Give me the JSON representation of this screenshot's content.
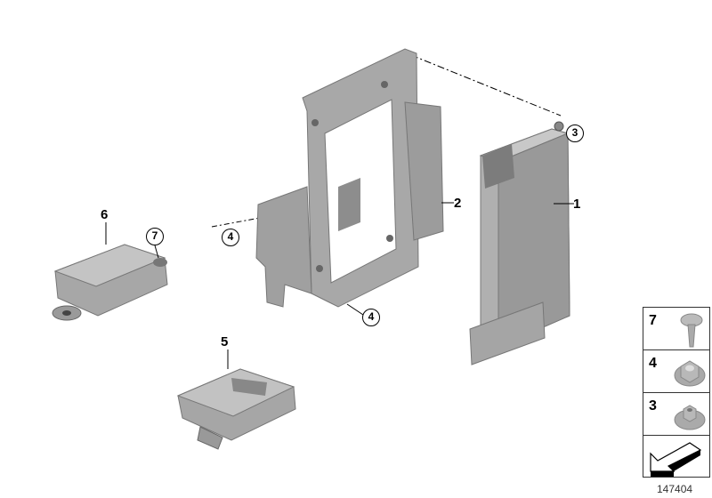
{
  "callouts": {
    "part1": "1",
    "part2": "2",
    "part3": "3",
    "part4a": "4",
    "part4b": "4",
    "part5": "5",
    "part6": "6",
    "part7": "7"
  },
  "legend": [
    {
      "number": "7",
      "icon": "screw-icon"
    },
    {
      "number": "4",
      "icon": "hex-nut-icon"
    },
    {
      "number": "3",
      "icon": "flange-nut-icon"
    },
    {
      "number": "",
      "icon": "arrow-direction-icon"
    }
  ],
  "image_number": "147404",
  "colors": {
    "part_fill": "#a9a9a9",
    "part_shade": "#8a8a8a",
    "part_light": "#c8c8c8"
  }
}
